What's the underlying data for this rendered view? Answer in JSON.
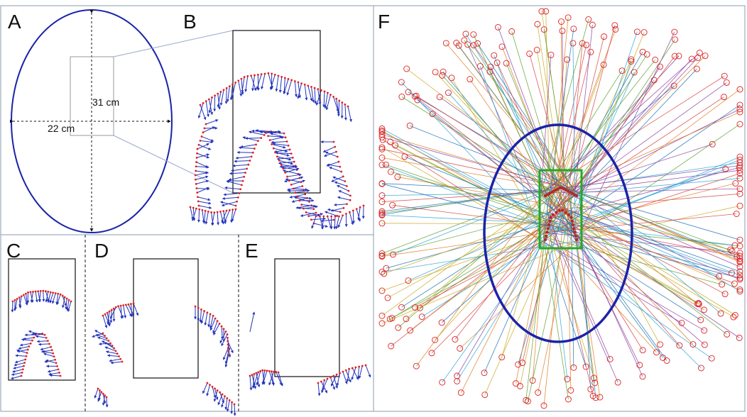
{
  "panels": {
    "a": {
      "letter": "A"
    },
    "b": {
      "letter": "B"
    },
    "c": {
      "letter": "C"
    },
    "d": {
      "letter": "D"
    },
    "e": {
      "letter": "E"
    },
    "f": {
      "letter": "F"
    }
  },
  "dimensions": {
    "height_label": "31 cm",
    "width_label": "22 cm"
  },
  "colors": {
    "frame": "#8a9bb0",
    "ellipse": "#1a24a8",
    "arrow": "#2233bb",
    "marker": "#dd2222",
    "fov": "#22aa22",
    "box": "#111111"
  }
}
